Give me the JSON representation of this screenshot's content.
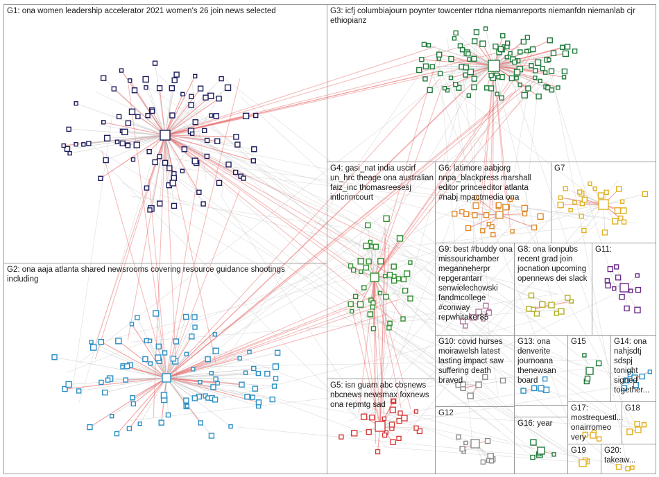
{
  "groups": {
    "g1": {
      "label": "G1: ona women leadership accelerator 2021 women's 26 join news selected"
    },
    "g2": {
      "label": "G2: ona aaja atlanta shared newsrooms covering resource guidance shootings\nincluding"
    },
    "g3": {
      "label": "G3: icfj columbiajourn poynter towcenter rtdna niemanreports niemanfdn niemanlab cjr\nethiopianz"
    },
    "g4": {
      "label": "G4: gasi_nat india uscirf\nun_hrc theage ona australian\nfaiz_inc thomasreesesj\nintlcrimcourt"
    },
    "g5": {
      "label": "G5: isn guam abc cbsnews\nnbcnews newsmax foxnews\nona repmtg sad"
    },
    "g6": {
      "label": "G6: latimore aabjorg\nnnpa_blackpress marshall\neditor princeeditor atlanta\n#nabj mpactmedia ona"
    },
    "g7": {
      "label": "G7"
    },
    "g8": {
      "label": "G8: ona lionpubs\nrecent grad join\njocnation upcoming\nopennews dei slack"
    },
    "g9": {
      "label": "G9: best #buddy ona\nmissourichamber\nmeganneherpr\nrepgerantarr\nsenwielechowski\nfandmcollege\n#conway\nrepwhitaker85"
    },
    "g10": {
      "label": "G10: covid hurses\nmoirawelsh latest\nlasting impact saw\nsuffering death\nbraved"
    },
    "g11": {
      "label": "G11:"
    },
    "g12": {
      "label": "G12"
    },
    "g13": {
      "label": "G13: ona\ndenverite\njournoana\nthenewsan\nboard"
    },
    "g14": {
      "label": "G14: ona\nnahjsdtj\nsdspj\ntonight\nsigned\ntogether..."
    },
    "g15": {
      "label": "G15"
    },
    "g16": {
      "label": "G16: year"
    },
    "g17": {
      "label": "G17:\nmostrequestl...\nonairromeo\nvery"
    },
    "g18": {
      "label": "G18"
    },
    "g19": {
      "label": "G19"
    },
    "g20": {
      "label": "G20:\ntakeaw..."
    }
  },
  "colors": {
    "edge_gray": "#c8c8c8",
    "edge_red": "#e86a6a",
    "node_fill": "#ffffff",
    "g1_node": "#1c1c5c",
    "g2_node": "#2b8fc4",
    "g3_node": "#1f7a3a",
    "g4_node": "#2f8f2f",
    "g5_node": "#d63a3a",
    "g6_node": "#e08a2a",
    "g7_node": "#e0b020",
    "g8_node": "#b0b020",
    "g9_node": "#b07aa0",
    "g10_node": "#8a8a8a",
    "g11_node": "#6a2a8a"
  }
}
